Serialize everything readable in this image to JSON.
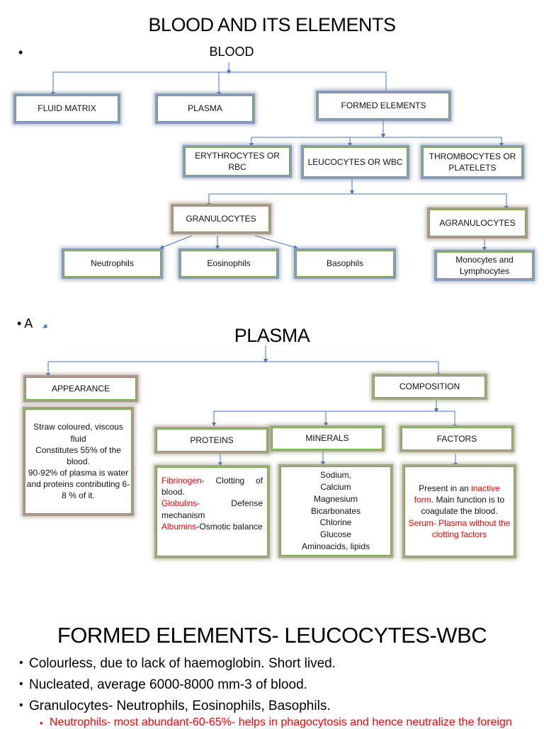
{
  "slide1": {
    "title": "BLOOD AND ITS ELEMENTS",
    "bullet": "•",
    "root": "BLOOD",
    "level1": [
      "FLUID MATRIX",
      "PLASMA",
      "FORMED ELEMENTS"
    ],
    "level2": [
      "ERYTHROCYTES OR RBC",
      "LEUCOCYTES OR WBC",
      "THROMBOCYTES OR PLATELETS"
    ],
    "level3": [
      "GRANULOCYTES",
      "AGRANULOCYTES"
    ],
    "granulocytes": [
      "Neutrophils",
      "Eosinophils",
      "Basophils"
    ],
    "agranulocytes": [
      "Monocytes and Lymphocytes"
    ]
  },
  "slide2": {
    "bullet": "• A",
    "title": "PLASMA",
    "appearance": {
      "label": "APPEARANCE",
      "lines": [
        "Straw coloured, viscous fluid",
        "Constitutes 55% of the blood.",
        "90-92% of plasma is water and proteins contributing 6-8 % of it."
      ]
    },
    "composition": {
      "label": "COMPOSITION",
      "proteins": {
        "label": "PROTEINS",
        "items": [
          {
            "name": "Fibrinogen",
            "desc": "- Clotting of blood."
          },
          {
            "name": "Globulins",
            "desc": "- Defense mechanism"
          },
          {
            "name": "Albumins",
            "desc": "-Osmotic balance"
          }
        ]
      },
      "minerals": {
        "label": "MINERALS",
        "items": [
          "Sodium,",
          "Calcium",
          "Magnesium",
          "Bicarbonates",
          "Chlorine",
          "Glucose",
          "Aminoacids, lipids"
        ]
      },
      "factors": {
        "label": "FACTORS",
        "text_pre": "Present in an ",
        "text_red": "inactive form",
        "text_post": ". Main function is to coagulate the blood.",
        "serum": "Serum- Plasma without the clotting factors"
      }
    }
  },
  "slide3": {
    "title": "FORMED ELEMENTS- LEUCOCYTES-WBC",
    "bullets": [
      "Colourless, due to lack of haemoglobin. Short lived.",
      "Nucleated, average 6000-8000 mm-3 of blood.",
      "Granulocytes- Neutrophils, Eosinophils, Basophils."
    ],
    "sub_bullets": [
      "Neutrophils- most abundant-60-65%- helps in phagocytosis and hence neutralize the foreign"
    ]
  },
  "colors": {
    "connector": "#4472c4",
    "box_border": "#70ad47",
    "highlight": "#ff0000"
  }
}
